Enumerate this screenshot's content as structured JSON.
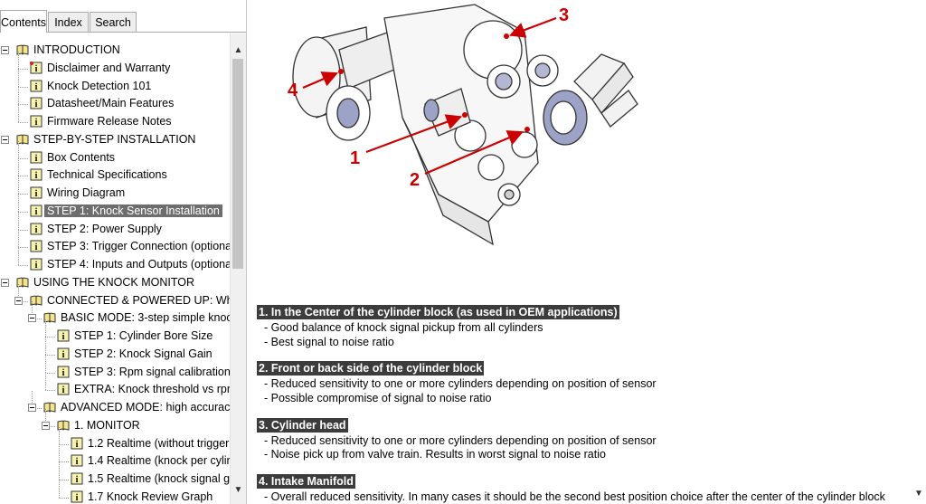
{
  "tabs": [
    "Contents",
    "Index",
    "Search"
  ],
  "tree": [
    {
      "label": "INTRODUCTION",
      "type": "book",
      "depth": 0,
      "expander": true
    },
    {
      "label": "Disclaimer and Warranty",
      "type": "page-new",
      "depth": 1
    },
    {
      "label": "Knock Detection 101",
      "type": "page",
      "depth": 1
    },
    {
      "label": "Datasheet/Main Features",
      "type": "page",
      "depth": 1
    },
    {
      "label": "Firmware Release Notes",
      "type": "page",
      "depth": 1
    },
    {
      "label": "STEP-BY-STEP INSTALLATION",
      "type": "book",
      "depth": 0,
      "expander": true
    },
    {
      "label": "Box Contents",
      "type": "page",
      "depth": 1
    },
    {
      "label": "Technical Specifications",
      "type": "page",
      "depth": 1
    },
    {
      "label": "Wiring Diagram",
      "type": "page",
      "depth": 1
    },
    {
      "label": "STEP 1: Knock Sensor Installation",
      "type": "page",
      "depth": 1,
      "selected": true
    },
    {
      "label": "STEP 2: Power Supply",
      "type": "page",
      "depth": 1
    },
    {
      "label": "STEP 3: Trigger Connection (optiona",
      "type": "page",
      "depth": 1
    },
    {
      "label": "STEP 4: Inputs and Outputs (optiona",
      "type": "page",
      "depth": 1
    },
    {
      "label": "USING THE KNOCK MONITOR",
      "type": "book",
      "depth": 0,
      "expander": true
    },
    {
      "label": "CONNECTED & POWERED UP: Wh",
      "type": "book",
      "depth": 1,
      "expander": true
    },
    {
      "label": "BASIC MODE: 3-step simple knoc",
      "type": "book",
      "depth": 2,
      "expander": true
    },
    {
      "label": "STEP 1: Cylinder Bore Size",
      "type": "page",
      "depth": 3
    },
    {
      "label": "STEP 2: Knock Signal Gain",
      "type": "page",
      "depth": 3
    },
    {
      "label": "STEP 3: Rpm signal calibration",
      "type": "page",
      "depth": 3
    },
    {
      "label": "EXTRA: Knock threshold vs rpr",
      "type": "page",
      "depth": 3
    },
    {
      "label": "ADVANCED MODE: high accurac",
      "type": "book",
      "depth": 2,
      "expander": true
    },
    {
      "label": "1. MONITOR",
      "type": "book",
      "depth": 3,
      "expander": true
    },
    {
      "label": "1.2 Realtime (without trigger",
      "type": "page",
      "depth": 4
    },
    {
      "label": "1.4 Realtime (knock per cylir",
      "type": "page",
      "depth": 4
    },
    {
      "label": "1.5 Realtime (knock signal g",
      "type": "page",
      "depth": 4
    },
    {
      "label": "1.7 Knock Review Graph",
      "type": "page",
      "depth": 4
    }
  ],
  "figure": {
    "callouts": [
      "1",
      "2",
      "3",
      "4"
    ],
    "accent": "#cc0000"
  },
  "sections": [
    {
      "title": "1. In the Center of the cylinder block (as used in OEM applications)",
      "lines": [
        "- Good balance of knock signal pickup from all cylinders",
        "- Best signal to noise ratio"
      ]
    },
    {
      "title": "2. Front or back side of the cylinder block",
      "lines": [
        "- Reduced sensitivity to one or more cylinders depending on position of sensor",
        "- Possible compromise of signal to noise ratio"
      ]
    },
    {
      "title": "3. Cylinder head",
      "lines": [
        "- Reduced sensitivity to one or more cylinders depending on position of sensor",
        "- Noise pick up from valve train. Results in worst signal to noise ratio"
      ]
    },
    {
      "title": "4. Intake Manifold",
      "lines": [
        "- Overall reduced sensitivity. In many cases it should be the second best position choice after the center of the cylinder block"
      ]
    }
  ],
  "scroll": {
    "up": "▲",
    "down": "▼"
  }
}
